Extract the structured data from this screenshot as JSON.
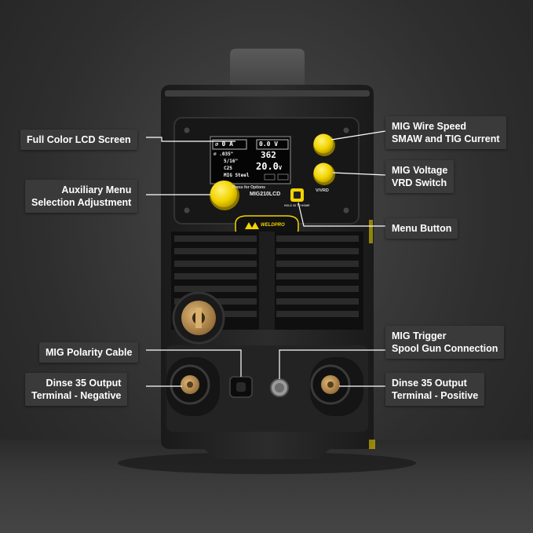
{
  "lcd": {
    "current_value": "0",
    "current_unit": "A",
    "voltage_display": "0.0",
    "voltage_unit": "V",
    "wire_diameter": ".035\"",
    "wire_speed": "362",
    "stickout": "5/16\"",
    "gas": "C25",
    "voltage_set": "20.0",
    "voltage_set_unit": "V",
    "process": "MIG Steel",
    "hint": "Press for Options"
  },
  "panel": {
    "model": "MIG210LCD",
    "vvrd_label": "V/VRD",
    "menu_button_caption": "HOLD 3S TO HOME",
    "brand": "WELDPRO"
  },
  "callouts": {
    "lcd_screen": "Full Color LCD Screen",
    "aux_menu_1": "Auxiliary Menu",
    "aux_menu_2": "Selection Adjustment",
    "wire_speed_1": "MIG Wire Speed",
    "wire_speed_2": "SMAW and TIG Current",
    "voltage_1": "MIG Voltage",
    "voltage_2": "VRD Switch",
    "menu_button": "Menu Button",
    "polarity": "MIG Polarity Cable",
    "trigger_1": "MIG Trigger",
    "trigger_2": "Spool Gun Connection",
    "neg_1": "Dinse 35 Output",
    "neg_2": "Terminal - Negative",
    "pos_1": "Dinse 35 Output",
    "pos_2": "Terminal - Positive"
  },
  "colors": {
    "knob_yellow": "#f2d400",
    "callout_bg": "#3a3a3a",
    "brass": "#b8894a"
  }
}
